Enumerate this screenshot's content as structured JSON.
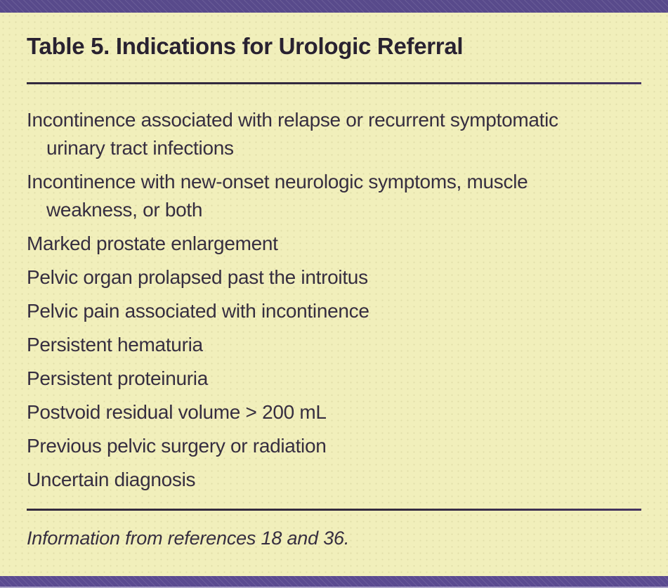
{
  "table": {
    "title": "Table 5. Indications for Urologic Referral",
    "indications": [
      {
        "lines": [
          "Incontinence associated with relapse or recurrent symptomatic",
          "urinary tract infections"
        ]
      },
      {
        "lines": [
          "Incontinence with new-onset neurologic symptoms, muscle",
          "weakness, or both"
        ]
      },
      {
        "lines": [
          "Marked prostate enlargement"
        ]
      },
      {
        "lines": [
          "Pelvic organ prolapsed past the introitus"
        ]
      },
      {
        "lines": [
          "Pelvic pain associated with incontinence"
        ]
      },
      {
        "lines": [
          "Persistent hematuria"
        ]
      },
      {
        "lines": [
          "Persistent proteinuria"
        ]
      },
      {
        "lines": [
          "Postvoid residual volume > 200 mL"
        ]
      },
      {
        "lines": [
          "Previous pelvic surgery or radiation"
        ]
      },
      {
        "lines": [
          "Uncertain diagnosis"
        ]
      }
    ],
    "footnote": "Information from references 18 and 36."
  },
  "colors": {
    "background": "#f1efbb",
    "accent_bar": "#584a8b",
    "accent_bar_bottom": "#5a4a90",
    "title_text": "#292231",
    "body_text": "#362e40",
    "rule": "#332a3e"
  }
}
